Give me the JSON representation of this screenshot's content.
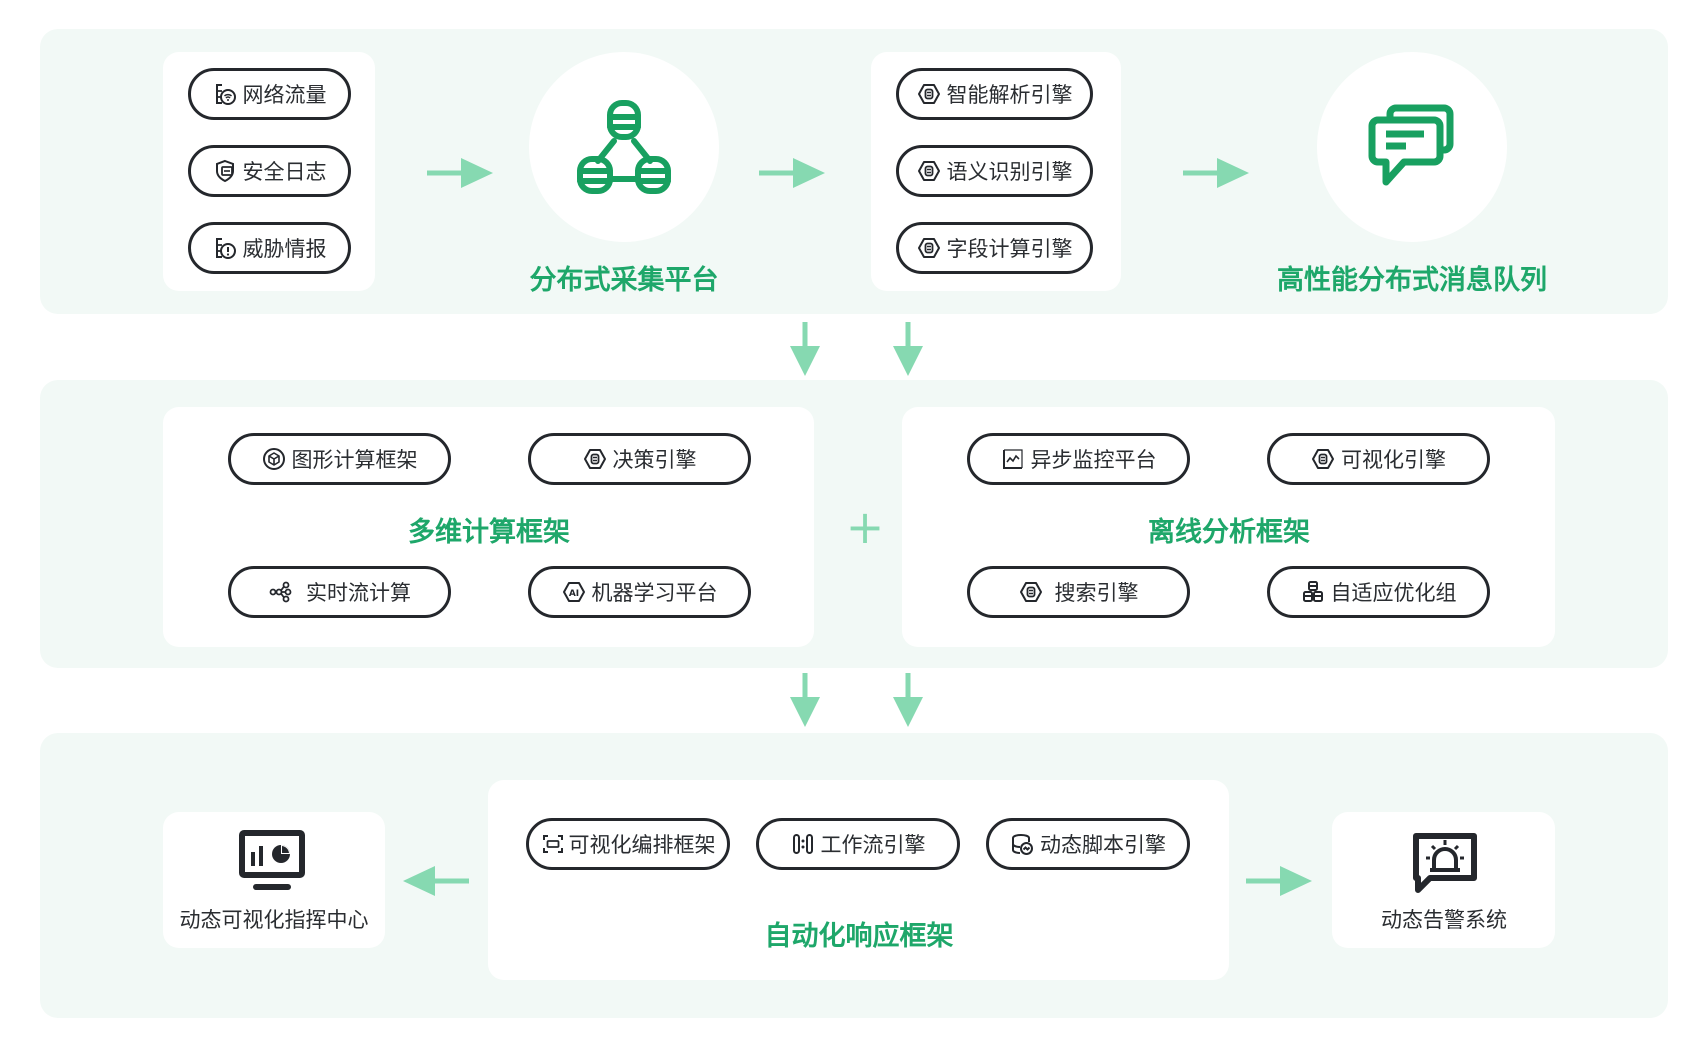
{
  "colors": {
    "accent": "#1ea76a",
    "arrow": "#86d9b1",
    "panel_bg": "#f2f9f6",
    "pill_border": "#24272c"
  },
  "collection": {
    "sources": [
      {
        "label": "网络流量",
        "icon": "wifi-doc-icon"
      },
      {
        "label": "安全日志",
        "icon": "shield-log-icon"
      },
      {
        "label": "威胁情报",
        "icon": "alert-doc-icon"
      }
    ],
    "platform": {
      "title": "分布式采集平台",
      "icon": "distributed-database-icon"
    },
    "engines": [
      {
        "label": "智能解析引擎",
        "icon": "hexagon-engine-icon"
      },
      {
        "label": "语义识别引擎",
        "icon": "hexagon-engine-icon"
      },
      {
        "label": "字段计算引擎",
        "icon": "hexagon-engine-icon"
      }
    ],
    "queue": {
      "title": "高性能分布式消息队列",
      "icon": "message-chat-icon"
    }
  },
  "compute": {
    "multi": {
      "title": "多维计算框架",
      "items": [
        {
          "label": "图形计算框架",
          "icon": "graph-cube-icon"
        },
        {
          "label": "决策引擎",
          "icon": "hexagon-engine-icon"
        },
        {
          "label": "实时流计算",
          "icon": "network-nodes-icon"
        },
        {
          "label": "机器学习平台",
          "icon": "ai-hexagon-icon"
        }
      ]
    },
    "join_symbol": "+",
    "offline": {
      "title": "离线分析框架",
      "items": [
        {
          "label": "异步监控平台",
          "icon": "monitor-chart-icon"
        },
        {
          "label": "可视化引擎",
          "icon": "hexagon-engine-icon"
        },
        {
          "label": "搜索引擎",
          "icon": "hexagon-engine-icon"
        },
        {
          "label": "自适应优化组",
          "icon": "stacked-boxes-icon"
        }
      ]
    }
  },
  "response": {
    "left_card": {
      "label": "动态可视化指挥中心",
      "icon": "dashboard-monitor-icon"
    },
    "framework": {
      "title": "自动化响应框架",
      "items": [
        {
          "label": "可视化编排框架",
          "icon": "scan-frame-icon"
        },
        {
          "label": "工作流引擎",
          "icon": "workflow-icon"
        },
        {
          "label": "动态脚本引擎",
          "icon": "script-database-icon"
        }
      ]
    },
    "right_card": {
      "label": "动态告警系统",
      "icon": "alarm-siren-icon"
    }
  }
}
